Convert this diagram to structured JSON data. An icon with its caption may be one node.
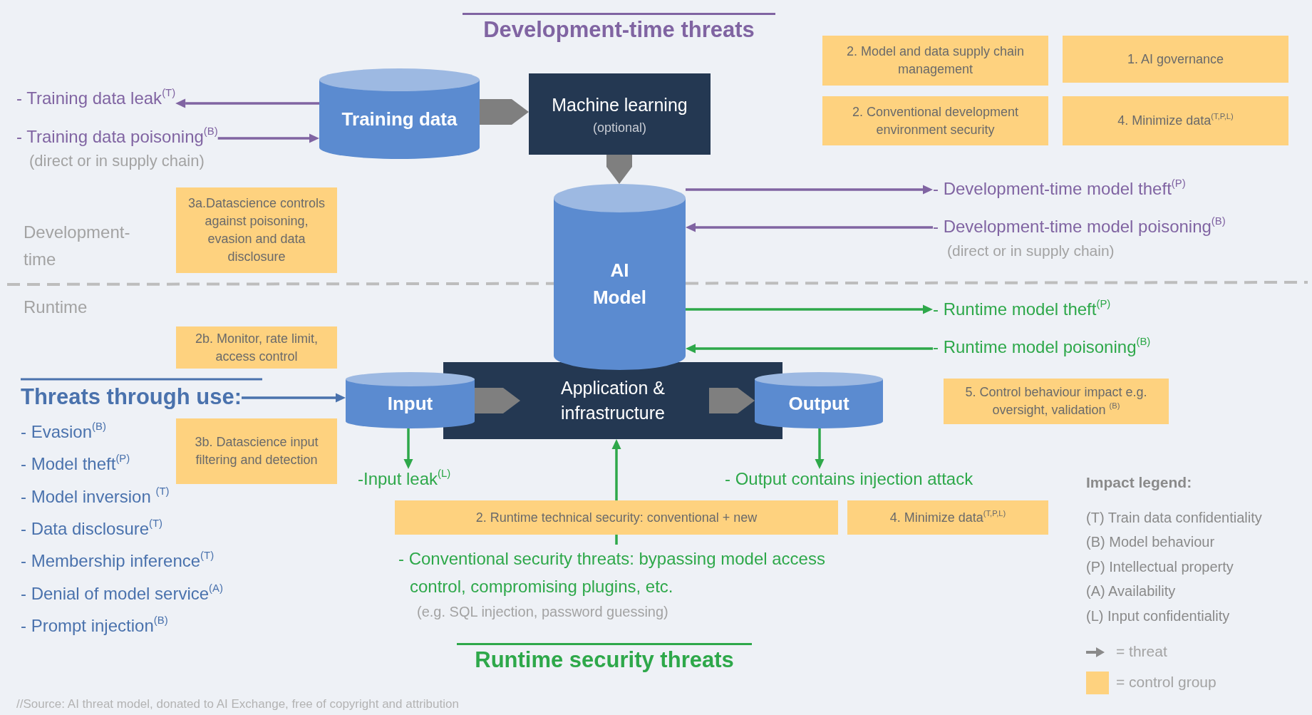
{
  "diagram": {
    "nodes": [
      {
        "text": [
          "Training data"
        ]
      },
      {
        "text": [
          "Machine learning",
          "(optional)"
        ]
      },
      {
        "text": [
          "AI Model"
        ]
      },
      {
        "text": [
          "Input"
        ]
      },
      {
        "text": [
          "Application & infrastructure"
        ]
      },
      {
        "text": [
          "Output"
        ]
      },
      {
        "text": [
          "- Training data leak$^{(T)}$"
        ]
      },
      {
        "text": [
          "- Training data poisoning$^{(B)}$",
          "(direct or in supply chain)"
        ]
      },
      {
        "text": [
          "- Development-time model theft$^{(P)}$"
        ]
      },
      {
        "text": [
          "- Development-time model poisoning$^{(B)}$",
          "(direct or in supply chain)"
        ]
      },
      {
        "text": [
          "- Runtime model theft$^{(P)}$"
        ]
      },
      {
        "text": [
          "- Runtime model poisoning$^{(B)}$"
        ]
      },
      {
        "text": [
          "Threats through use:",
          "- Evasion$^{(B)}$",
          "- Model theft$^{(P)}$",
          "- Model inversion $^{(T)}$",
          "- Data disclosure$^{(T)}$",
          "- Membership inference$^{(T)}$",
          "- Denial of model service$^{(A)}$",
          "- Prompt injection$^{(B)}$"
        ]
      },
      {
        "text": [
          "-Input leak$^{(L)}$"
        ]
      },
      {
        "text": [
          "- Output contains injection attack"
        ]
      },
      {
        "text": [
          "- Conventional security threats: bypassing model access control, compromising plugins, etc.",
          "(e.g. SQL injection, password guessing)"
        ]
      },
      {
        "text": [
          "2. Model and data supply chain management"
        ]
      },
      {
        "text": [
          "1. AI governance"
        ]
      },
      {
        "text": [
          "2. Conventional development environment security"
        ]
      },
      {
        "text": [
          "4. Minimize data$^{(T,P,L)}$"
        ]
      },
      {
        "text": [
          "3a.Datascience controls against poisoning, evasion and data disclosure"
        ]
      },
      {
        "text": [
          "2b. Monitor, rate limit, access control"
        ]
      },
      {
        "text": [
          "3b. Datascience input filtering and detection"
        ]
      },
      {
        "text": [
          "5. Control behaviour impact e.g. oversight, validation $^{(B)}$"
        ]
      },
      {
        "text": [
          "2. Runtime technical security: conventional + new"
        ]
      },
      {
        "text": [
          "4. Minimize data$^{(T,P,L)}$"
        ]
      }
    ],
    "edges": [
      {
        "from": 0,
        "to": 1,
        "arrow": "to",
        "style": "thick",
        "color": "#7f7f7f"
      },
      {
        "from": 1,
        "to": 2,
        "arrow": "to",
        "style": "thick",
        "color": "#7f7f7f"
      },
      {
        "from": 3,
        "to": 4,
        "arrow": "to",
        "style": "thick",
        "color": "#7f7f7f"
      },
      {
        "from": 4,
        "to": 5,
        "arrow": "to",
        "style": "thick",
        "color": "#7f7f7f"
      },
      {
        "from": 0,
        "to": 6,
        "arrow": "to",
        "color": "#8064a2"
      },
      {
        "from": 7,
        "to": 0,
        "arrow": "to",
        "color": "#8064a2"
      },
      {
        "from": 2,
        "to": 8,
        "arrow": "to",
        "color": "#8064a2"
      },
      {
        "from": 9,
        "to": 2,
        "arrow": "to",
        "color": "#8064a2"
      },
      {
        "from": 2,
        "to": 10,
        "arrow": "to"
      },
      {
        "from": 11,
        "to": 2,
        "arrow": "to"
      },
      {
        "from": 12,
        "to": 3,
        "arrow": "to",
        "color": "#4a72ad"
      },
      {
        "from": 3,
        "to": 13,
        "arrow": "to"
      },
      {
        "from": 5,
        "to": 14,
        "arrow": "to"
      },
      {
        "from": 15,
        "to": 24,
        "arrow": "none"
      },
      {
        "from": 24,
        "to": 4,
        "arrow": "to"
      }
    ],
    "labels": [
      "Development-time threats",
      "Development- time",
      "Runtime",
      "Impact legend:",
      "(T) Train data confidentiality",
      "(B) Model behaviour",
      "(P) Intellectual property",
      "(A) Availability",
      "(L) Input confidentiality",
      "Runtime security threats",
      "//Source: AI threat model, donated to AI Exchange, free of copyright and attribution"
    ],
    "legend": [
      {
        "text": "= threat"
      },
      {
        "text": "= control group",
        "color": "#fed27f"
      }
    ]
  }
}
